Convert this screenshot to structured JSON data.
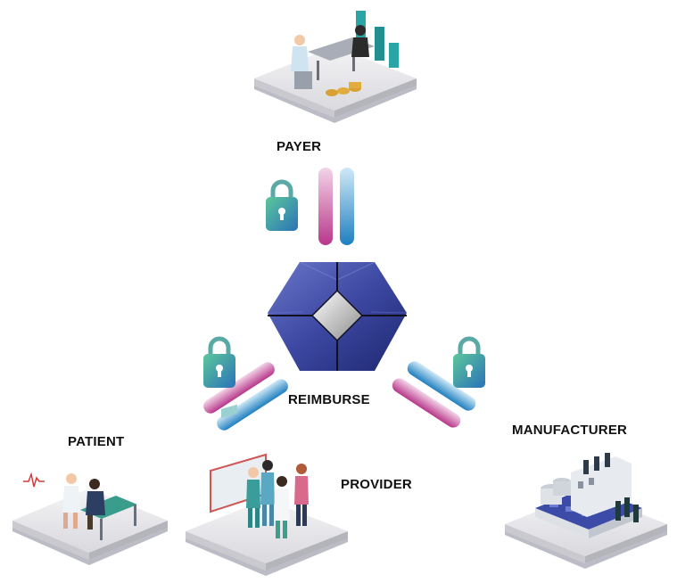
{
  "labels": {
    "payer": "PAYER",
    "reimburse": "REIMBURSE",
    "patient": "PATIENT",
    "provider": "PROVIDER",
    "manufacturer": "MANUFACTURER"
  },
  "icons": {
    "hub": "hexagon-diamond-hub-icon",
    "lock": "padlock-icon",
    "payer": "office-meeting-illustration",
    "patient": "doctor-patient-exam-illustration",
    "provider": "medical-staff-group-illustration",
    "manufacturer": "factory-illustration"
  },
  "colors": {
    "hub": "#3d4aa6",
    "pink_bar": "#c64a9a",
    "blue_bar": "#2b8ac9",
    "lock_green": "#4bb08a",
    "lock_blue": "#2f7fbf",
    "platform": "#e6e6ea"
  }
}
